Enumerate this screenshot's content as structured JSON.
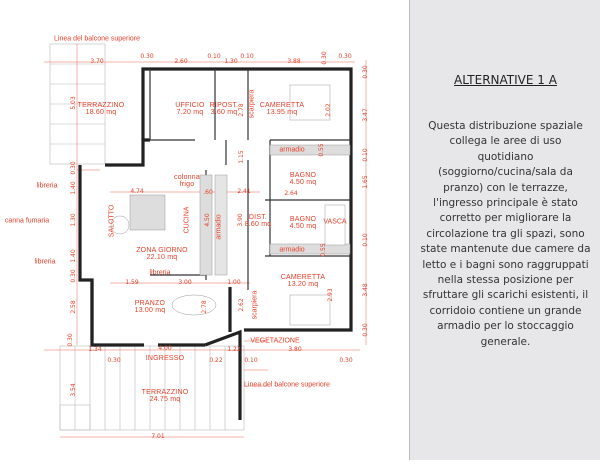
{
  "panel": {
    "title": "ALTERNATIVE 1 A",
    "description": "Questa distribuzione spaziale collega le aree di uso quotidiano (soggiorno/cucina/sala da pranzo) con le terrazze, l'ingresso principale è stato corretto per migliorare la circolazione tra gli spazi, sono state mantenute due camere da letto e i bagni sono raggruppati nella stessa posizione per sfruttare gli scarichi esistenti, il corridoio contiene un grande armadio per lo stoccaggio generale."
  },
  "rooms": [
    {
      "name": "TERRAZZINO",
      "area": "18.60 mq"
    },
    {
      "name": "UFFICIO",
      "area": "7.20 mq"
    },
    {
      "name": "RIPOST.",
      "area": "3.60 mq"
    },
    {
      "name": "CAMERETTA",
      "area": "13.95 mq"
    },
    {
      "name": "BAGNO",
      "area": "4.50 mq"
    },
    {
      "name": "DIST.",
      "area": "8.60 mq"
    },
    {
      "name": "BAGNO",
      "area": "4.50 mq"
    },
    {
      "name": "ZONA GIORNO",
      "area": "22.10 mq"
    },
    {
      "name": "CAMERETTA",
      "area": "13.20 mq"
    },
    {
      "name": "PRANZO",
      "area": "13.00 mq"
    },
    {
      "name": "TERRAZZINO",
      "area": "24.75 mq"
    }
  ],
  "labels": {
    "ingresso": "INGRESSO",
    "salotto": "SALOTTO",
    "cucina": "CUCINA",
    "colonna_frigo": "colonna frigo",
    "armadio": "armadio",
    "scarpiera": "scarpiera",
    "libreria": "libreria",
    "canna_fumaria": "canna fumaria",
    "vasca": "VASCA",
    "vegetazione": "VEGETAZIONE",
    "linea_balcone": "Linea del balcone superiore"
  },
  "dimensions": [
    "3.70",
    "0.30",
    "2.60",
    "0.10",
    "1.30",
    "0.10",
    "3.88",
    "0.30",
    "0.30",
    "0.30",
    "5.03",
    "2.78",
    "2.02",
    "3.47",
    "0.55",
    "0.10",
    "1.15",
    "4.74",
    ".60",
    "2.41",
    "2.64",
    "1.65",
    "1.40",
    "1.30",
    "4.50",
    "3.90",
    "0.10",
    "0.55",
    "1.40",
    "0.30",
    "1.59",
    "3.00",
    "1.00",
    "2.93",
    "3.48",
    "2.78",
    "2.62",
    "2.58",
    "0.30",
    "0.30",
    "1.34",
    "0.30",
    "4.00",
    "0.22",
    "1.22",
    "0.10",
    "3.80",
    "0.30",
    "3.54",
    "7.01",
    "0.30"
  ]
}
